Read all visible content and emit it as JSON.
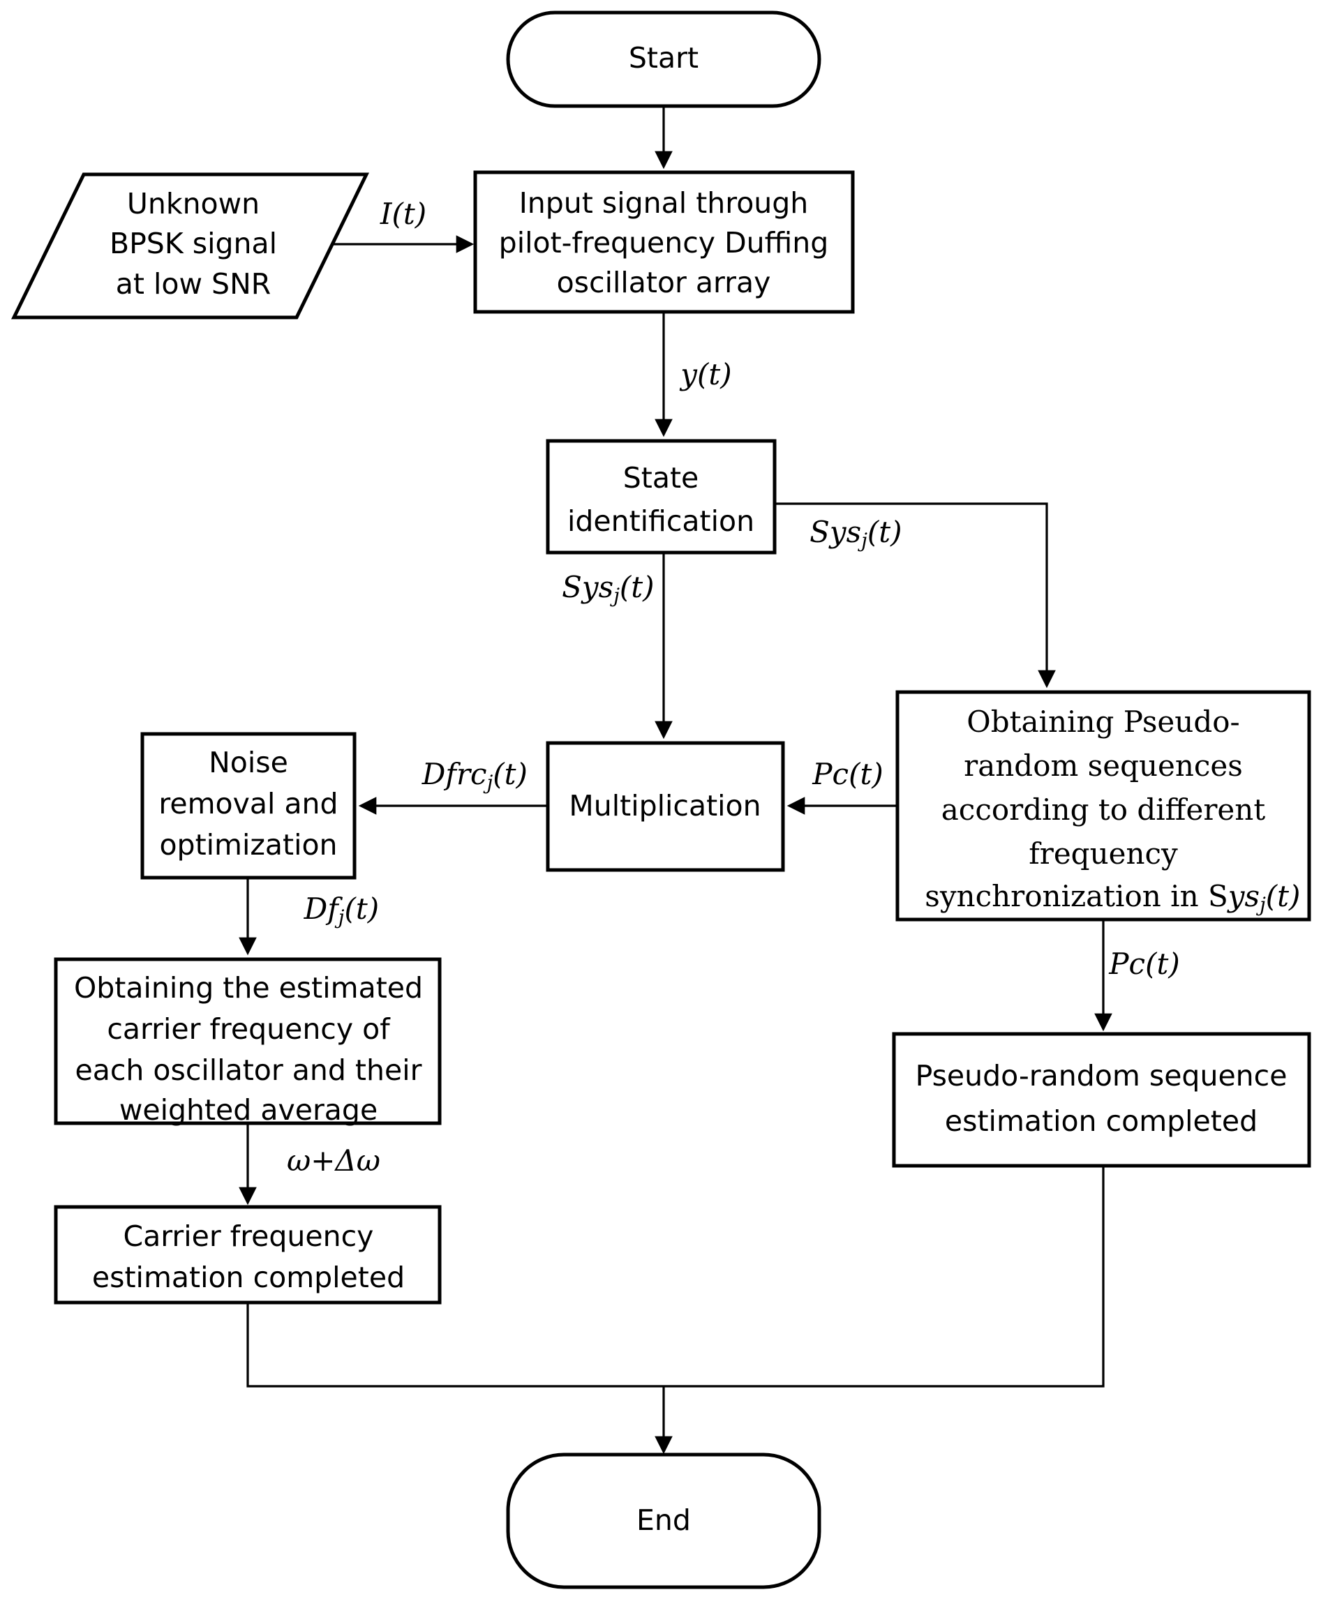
{
  "diagram": {
    "title": "Flowchart of carrier frequency and pseudo-random sequence estimation using pilot-frequency Duffing oscillator array",
    "type": "flowchart",
    "colors": {
      "background": "#ffffff",
      "stroke": "#000000",
      "fill": "#ffffff"
    },
    "nodes": [
      {
        "id": "start",
        "shape": "terminator",
        "label": "Start"
      },
      {
        "id": "unknown-signal",
        "shape": "parallelogram",
        "lines": [
          "Unknown",
          "BPSK signal",
          "at low SNR"
        ]
      },
      {
        "id": "input-signal",
        "shape": "rectangle",
        "lines": [
          "Input signal through",
          "pilot-frequency Duffing",
          "oscillator array"
        ]
      },
      {
        "id": "state-identification",
        "shape": "rectangle",
        "lines": [
          "State",
          "identification"
        ]
      },
      {
        "id": "obtaining-pseudo-random",
        "shape": "rectangle",
        "lines": [
          "Obtaining Pseudo-",
          "random sequences",
          "according to different",
          "frequency",
          "synchronization in Sysⱼ(t)"
        ]
      },
      {
        "id": "multiplication",
        "shape": "rectangle",
        "lines": [
          "Multiplication"
        ]
      },
      {
        "id": "noise-removal",
        "shape": "rectangle",
        "lines": [
          "Noise",
          "removal and",
          "optimization"
        ]
      },
      {
        "id": "obtaining-estimated-carrier",
        "shape": "rectangle",
        "lines": [
          "Obtaining the estimated",
          "carrier frequency of",
          "each oscillator and their",
          "weighted average"
        ]
      },
      {
        "id": "carrier-frequency-completed",
        "shape": "rectangle",
        "lines": [
          "Carrier frequency",
          "estimation completed"
        ]
      },
      {
        "id": "pseudo-random-completed",
        "shape": "rectangle",
        "lines": [
          "Pseudo-random sequence",
          "estimation completed"
        ]
      },
      {
        "id": "end",
        "shape": "terminator",
        "label": "End"
      }
    ],
    "edge_labels": [
      {
        "id": "label-it",
        "base": "I(t)",
        "sub": "",
        "tail": ""
      },
      {
        "id": "label-yt",
        "base": "y(t)",
        "sub": "",
        "tail": ""
      },
      {
        "id": "label-sysj-right",
        "base": "Sys",
        "sub": "j",
        "tail": "(t)"
      },
      {
        "id": "label-sysj-down",
        "base": "Sys",
        "sub": "j",
        "tail": "(t)"
      },
      {
        "id": "label-dfrcj",
        "base": "Dfrc",
        "sub": "j",
        "tail": "(t)"
      },
      {
        "id": "label-pct-left",
        "base": "Pc(t)",
        "sub": "",
        "tail": ""
      },
      {
        "id": "label-dfj",
        "base": "Df",
        "sub": "j",
        "tail": "(t)"
      },
      {
        "id": "label-pct-down",
        "base": "Pc(t)",
        "sub": "",
        "tail": ""
      },
      {
        "id": "label-omega",
        "base": "ω+Δω",
        "sub": "",
        "tail": ""
      }
    ]
  }
}
